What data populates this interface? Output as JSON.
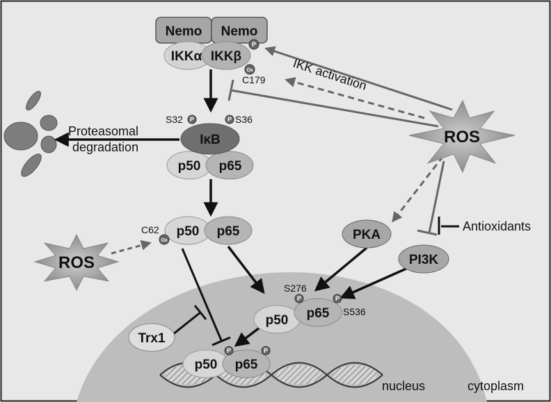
{
  "complexes": {
    "nemo_left": "Nemo",
    "nemo_right": "Nemo",
    "ikk_alpha": "IKKα",
    "ikk_beta": "IKKβ",
    "ikb": "IκB",
    "p50_ikb": "p50",
    "p65_ikb": "p65",
    "p50_free": "p50",
    "p65_free": "p65",
    "p50_nuc": "p50",
    "p65_nuc": "p65",
    "p50_dna": "p50",
    "p65_dna": "p65"
  },
  "modifiers": {
    "ros_right": "ROS",
    "ros_left": "ROS",
    "pka": "PKA",
    "pi3k": "PI3K",
    "trx1": "Trx1",
    "antioxidants": "Antioxidants"
  },
  "sites": {
    "c179": "C179",
    "s32": "S32",
    "s36": "S36",
    "c62": "C62",
    "s276": "S276",
    "s536": "S536"
  },
  "marks": {
    "phospho": "P",
    "oxidation": "Ox"
  },
  "labels": {
    "ikk_activation": "IKK activation",
    "proteasomal_line1": "Proteasomal",
    "proteasomal_line2": "degradation",
    "nucleus": "nucleus",
    "cytoplasm": "cytoplasm"
  }
}
